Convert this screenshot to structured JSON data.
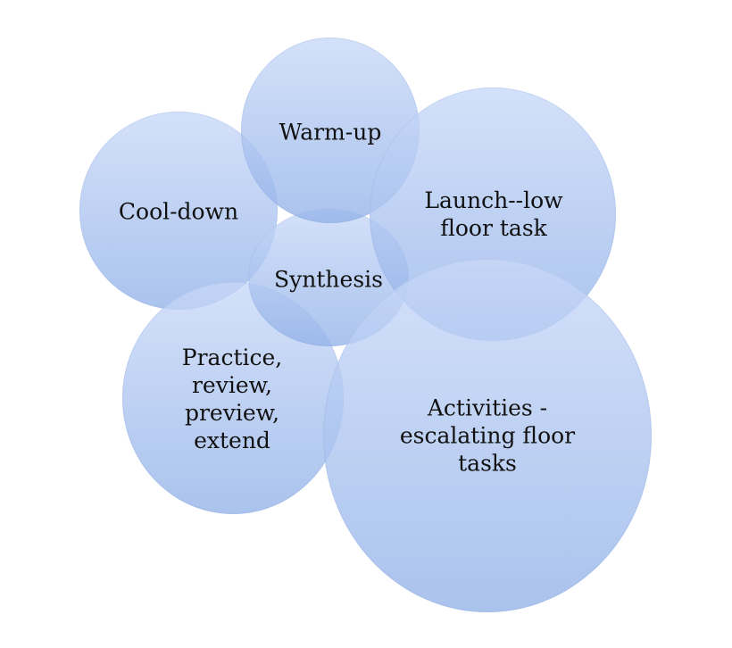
{
  "diagram": {
    "circles": [
      {
        "id": "warm-up",
        "lines": [
          "Warm-up"
        ]
      },
      {
        "id": "cool-down",
        "lines": [
          "Cool-down"
        ]
      },
      {
        "id": "launch",
        "lines": [
          "Launch--low",
          "floor task"
        ]
      },
      {
        "id": "synthesis",
        "lines": [
          "Synthesis"
        ]
      },
      {
        "id": "practice",
        "lines": [
          "Practice,",
          "review,",
          "preview,",
          "extend"
        ]
      },
      {
        "id": "activities",
        "lines": [
          "Activities -",
          "escalating floor",
          "tasks"
        ]
      }
    ],
    "colors": {
      "fill_top": "#c8d8f8",
      "fill_bottom": "#92b2e8",
      "text": "#111111",
      "background": "#ffffff"
    }
  }
}
